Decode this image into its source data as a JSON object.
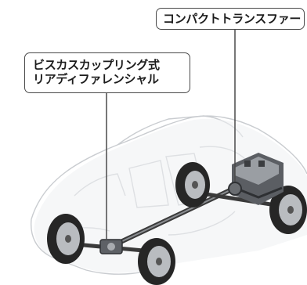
{
  "callouts": {
    "transfer": {
      "label": "コンパクトトランスファー"
    },
    "rear": {
      "line1": "ビスカスカップリング式",
      "line2": "リアディファレンシャル"
    }
  },
  "colors": {
    "background": "#ffffff",
    "leader_line": "#4a4a4a",
    "body_ghost": "#d7d9dc",
    "tire": "#262626"
  }
}
